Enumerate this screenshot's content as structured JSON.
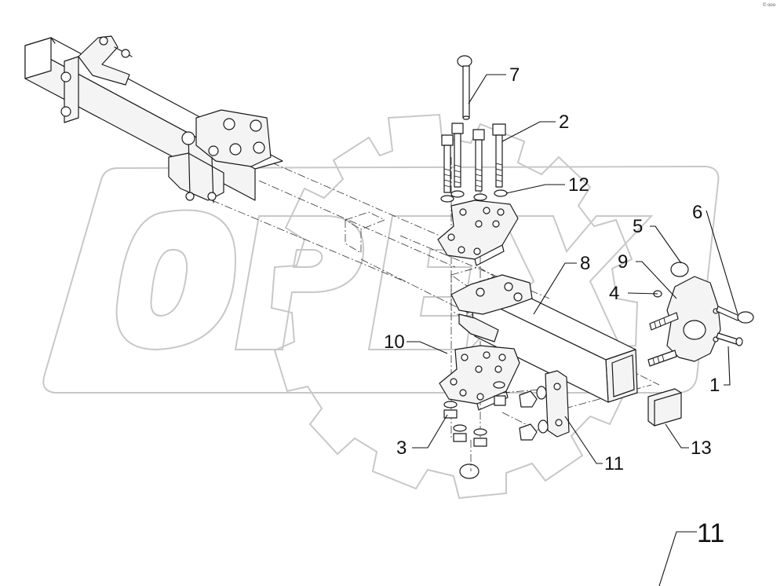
{
  "diagram": {
    "watermark_text": "OPEX",
    "corner_mark": "© ooo",
    "callouts": [
      {
        "label": "7"
      },
      {
        "label": "2"
      },
      {
        "label": "12"
      },
      {
        "label": "5"
      },
      {
        "label": "6"
      },
      {
        "label": "8"
      },
      {
        "label": "9"
      },
      {
        "label": "4"
      },
      {
        "label": "10"
      },
      {
        "label": "1"
      },
      {
        "label": "3"
      },
      {
        "label": "11"
      },
      {
        "label": "13"
      },
      {
        "label": "11"
      }
    ]
  }
}
